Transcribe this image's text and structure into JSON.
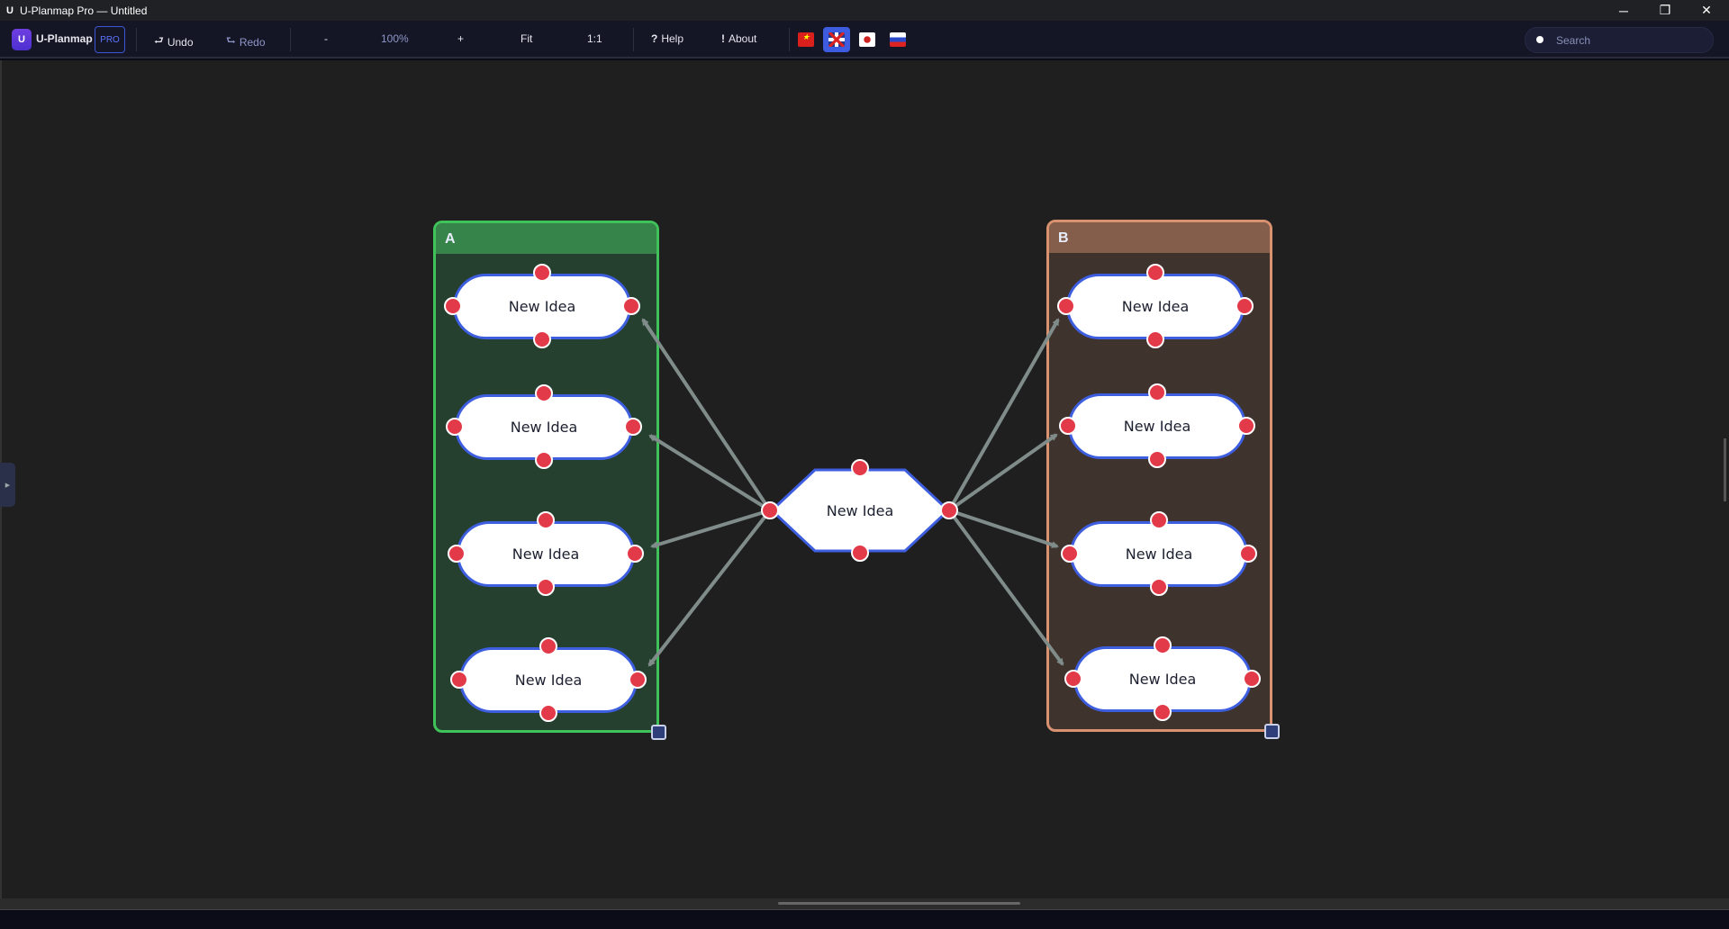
{
  "window": {
    "title": "U-Planmap Pro — Untitled",
    "icon": "U",
    "minimize": "─",
    "restore": "❐",
    "close": "✕"
  },
  "toolbar": {
    "logo": "U",
    "app_name": "U-Planmap",
    "badge": "PRO",
    "undo": "Undo",
    "redo": "Redo",
    "zoom_out": "-",
    "zoom_level": "100%",
    "zoom_in": "+",
    "fit": "Fit",
    "one_to_one": "1:1",
    "help": "Help",
    "about": "About",
    "languages": [
      "vietnamese",
      "english",
      "japanese",
      "russian"
    ],
    "active_language": "english",
    "search_placeholder": "Search"
  },
  "canvas": {
    "center_node": {
      "label": "New Idea",
      "shape": "hexagon"
    },
    "groups": [
      {
        "title": "A",
        "color": "#3fc25a",
        "header": "#37844a",
        "body": "#26402f",
        "nodes": [
          "New Idea",
          "New Idea",
          "New Idea",
          "New Idea"
        ]
      },
      {
        "title": "B",
        "color": "#d99270",
        "header": "#855d4b",
        "body": "#3f332e",
        "nodes": [
          "New Idea",
          "New Idea",
          "New Idea",
          "New Idea"
        ]
      }
    ]
  },
  "colors": {
    "port": "#e23a48",
    "node_border": "#3e5ee0",
    "edge": "#7f8c8a"
  }
}
